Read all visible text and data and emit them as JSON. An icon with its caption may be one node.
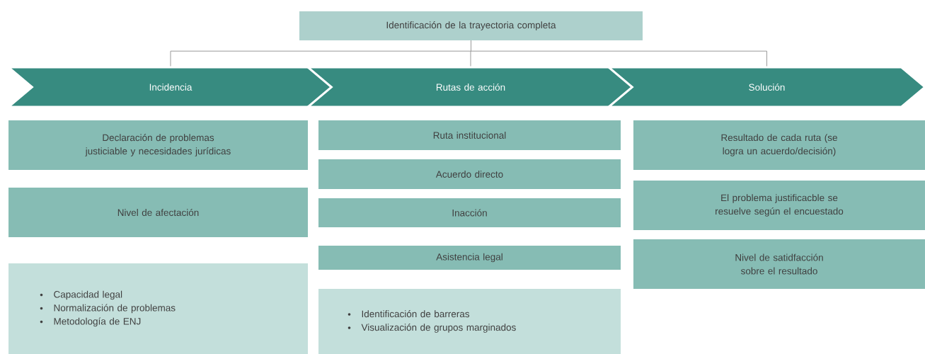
{
  "diagram": {
    "nodes": [
      {
        "text": [
          "Identificación de la trayectoria completa"
        ]
      },
      {
        "text": [
          "Incidencia"
        ]
      },
      {
        "text": [
          "Rutas de acción"
        ]
      },
      {
        "text": [
          "Solución"
        ]
      },
      {
        "text": [
          "Declaración de problemas justiciable y necesidades jurídicas"
        ]
      },
      {
        "text": [
          "Nivel de afectación"
        ]
      },
      {
        "text": [
          "Capacidad legal",
          "Normalización de problemas",
          "Metodología de ENJ"
        ]
      },
      {
        "text": [
          "Ruta institucional"
        ]
      },
      {
        "text": [
          "Acuerdo directo"
        ]
      },
      {
        "text": [
          "Inacción"
        ]
      },
      {
        "text": [
          "Asistencia legal"
        ]
      },
      {
        "text": [
          "Identificación de barreras",
          "Visualización de grupos marginados"
        ]
      },
      {
        "text": [
          "Resultado de cada ruta (se logra un acuerdo/decisión)"
        ]
      },
      {
        "text": [
          "El problema justificacble se resuelve según el encuestado"
        ]
      },
      {
        "text": [
          "Nivel de satidfacción sobre el resultado"
        ]
      }
    ],
    "edges": [
      {
        "from": 0,
        "to": 1,
        "arrow": "none"
      },
      {
        "from": 0,
        "to": 2,
        "arrow": "none"
      },
      {
        "from": 0,
        "to": 3,
        "arrow": "none"
      }
    ]
  }
}
